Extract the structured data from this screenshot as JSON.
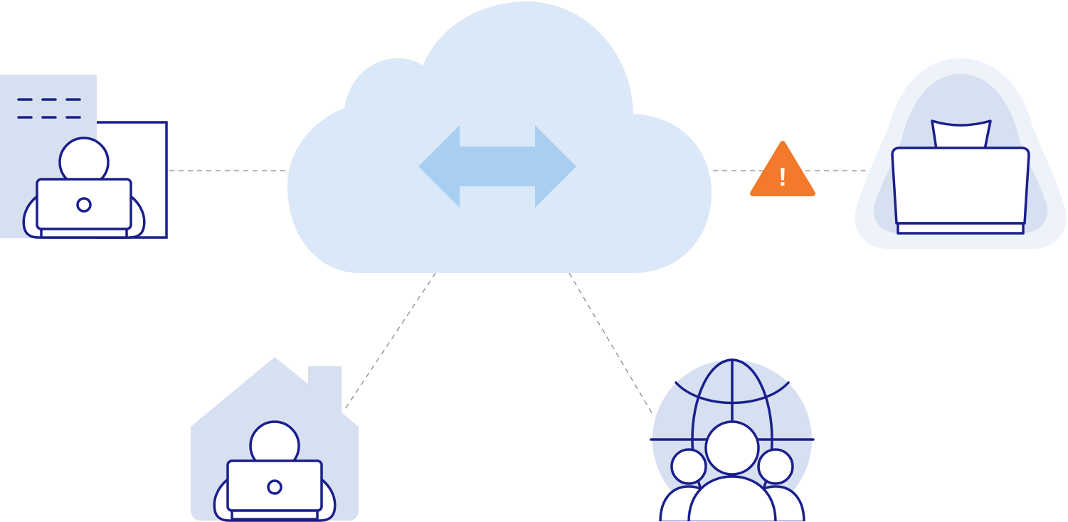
{
  "diagram": {
    "colors": {
      "stroke": "#1a1f8c",
      "light_fill": "#d6e0f0",
      "cloud": "#dbe8f8",
      "arrow": "#a8cff2",
      "warning": "#f47a2b",
      "connector": "#8a8a8a",
      "hacker_outer": "#eef3fa",
      "hacker_inner": "#d6e0f0"
    },
    "nodes": [
      {
        "id": "office-worker",
        "icon": "office-worker-icon"
      },
      {
        "id": "cloud",
        "icon": "cloud-icon"
      },
      {
        "id": "attacker",
        "icon": "hacker-laptop-icon"
      },
      {
        "id": "home-worker",
        "icon": "home-worker-icon"
      },
      {
        "id": "global-team",
        "icon": "global-team-icon"
      }
    ],
    "center_icon": "bidirectional-arrow-icon",
    "alert_icon": "warning-icon",
    "warning_mark": "!"
  }
}
